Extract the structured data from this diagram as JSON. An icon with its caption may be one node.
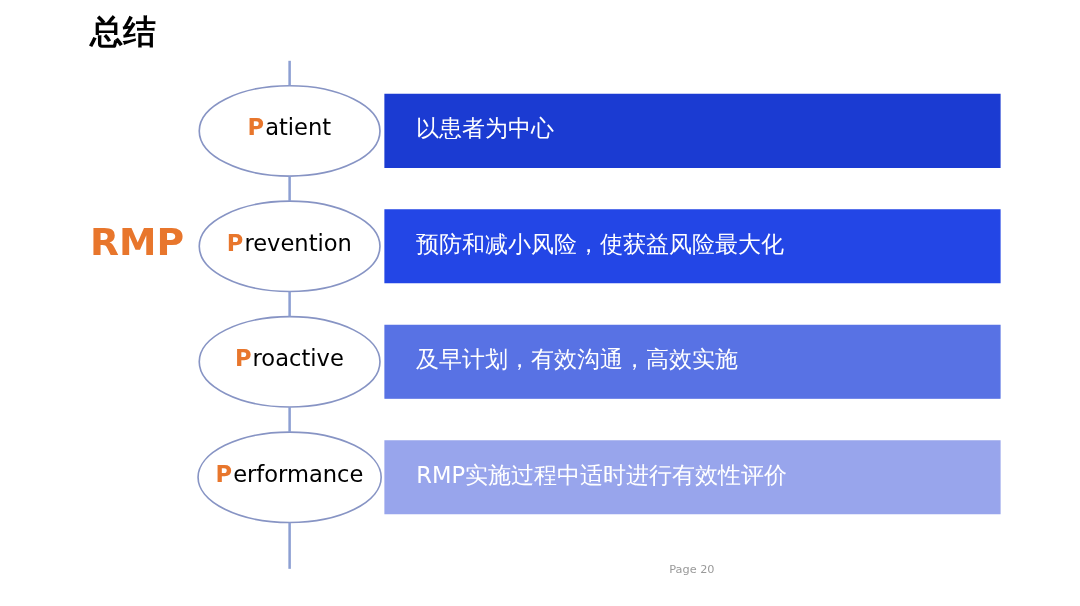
{
  "diagram": {
    "title": "总结",
    "nodes": [
      {
        "text": [
          "Patient"
        ]
      },
      {
        "text": [
          "以患者为中心"
        ]
      },
      {
        "text": [
          "Prevention"
        ]
      },
      {
        "text": [
          "预防和减小风险，使获益风险最大化"
        ]
      },
      {
        "text": [
          "Proactive"
        ]
      },
      {
        "text": [
          "及早计划，有效沟通，高效实施"
        ]
      },
      {
        "text": [
          "Performance"
        ]
      },
      {
        "text": [
          "RMP实施过程中适时进行有效性评价"
        ]
      }
    ],
    "edges": [
      {
        "from": null,
        "to": 0,
        "arrow": "none"
      },
      {
        "from": 0,
        "to": 2,
        "arrow": "none"
      },
      {
        "from": 2,
        "to": 4,
        "arrow": "none"
      },
      {
        "from": 4,
        "to": 6,
        "arrow": "none"
      },
      {
        "from": 6,
        "to": null,
        "arrow": "none"
      }
    ],
    "labels": [
      "RMP",
      "Page 20"
    ]
  }
}
